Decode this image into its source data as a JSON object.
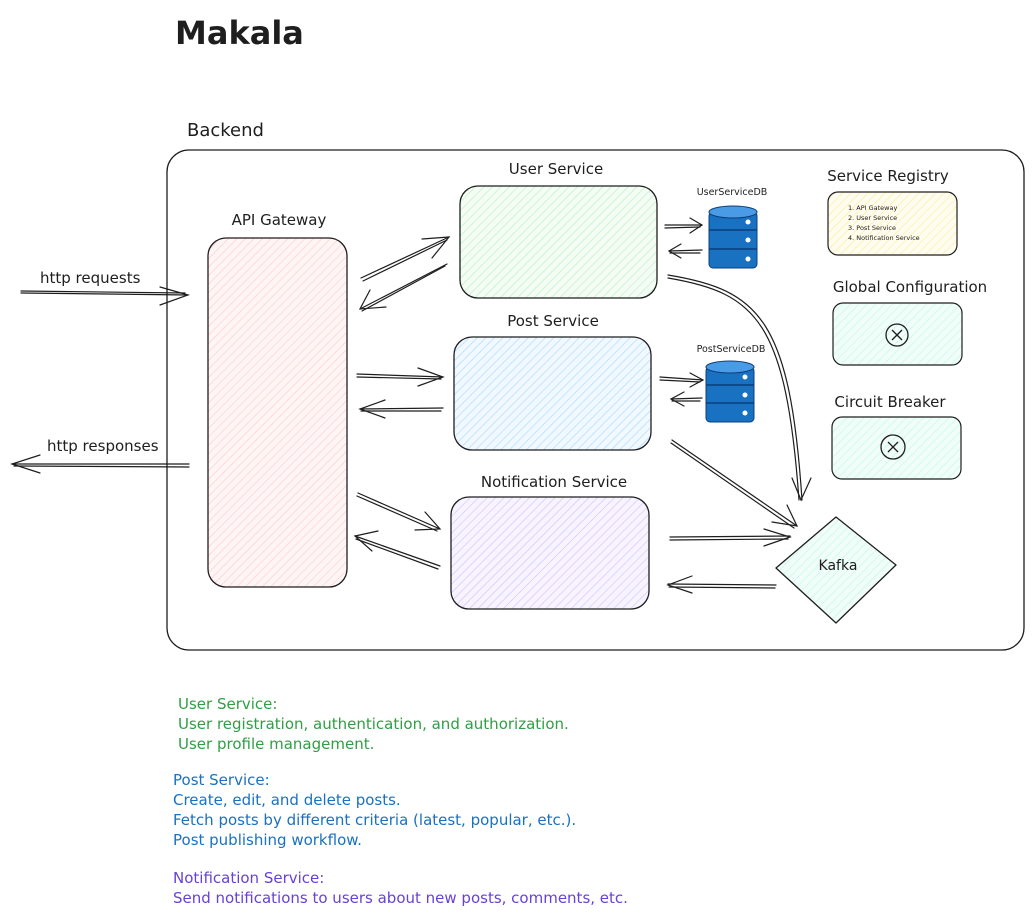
{
  "title": "Makala",
  "backend": {
    "label": "Backend",
    "api_gateway": "API Gateway",
    "user_service": "User Service",
    "post_service": "Post Service",
    "notification_service": "Notification Service",
    "user_db": "UserServiceDB",
    "post_db": "PostServiceDB",
    "kafka": "Kafka",
    "service_registry": {
      "label": "Service Registry",
      "items": [
        "1. API Gateway",
        "2. User Service",
        "3. Post Service",
        "4. Notification Service"
      ]
    },
    "global_configuration": "Global Configuration",
    "circuit_breaker": "Circuit Breaker"
  },
  "external": {
    "requests": "http requests",
    "responses": "http responses"
  },
  "notes": {
    "user": [
      "User Service:",
      "User registration, authentication, and authorization.",
      "User profile management."
    ],
    "post": [
      "Post Service:",
      "Create, edit, and delete posts.",
      "Fetch posts by different criteria (latest, popular, etc.).",
      "Post publishing workflow."
    ],
    "notification": [
      "Notification Service:",
      "Send notifications to users about new posts, comments, etc."
    ]
  },
  "colors": {
    "api_gateway_fill": "#ffc9c9",
    "user_service_fill": "#b2f2bb",
    "post_service_fill": "#a5d8ff",
    "notification_fill": "#d0bfff",
    "registry_fill": "#fff3bf",
    "teal_fill": "#c3fae8",
    "db_blue": "#1971c2",
    "note_green": "#2f9e44",
    "note_blue": "#1971c2",
    "note_violet": "#6741d9"
  }
}
